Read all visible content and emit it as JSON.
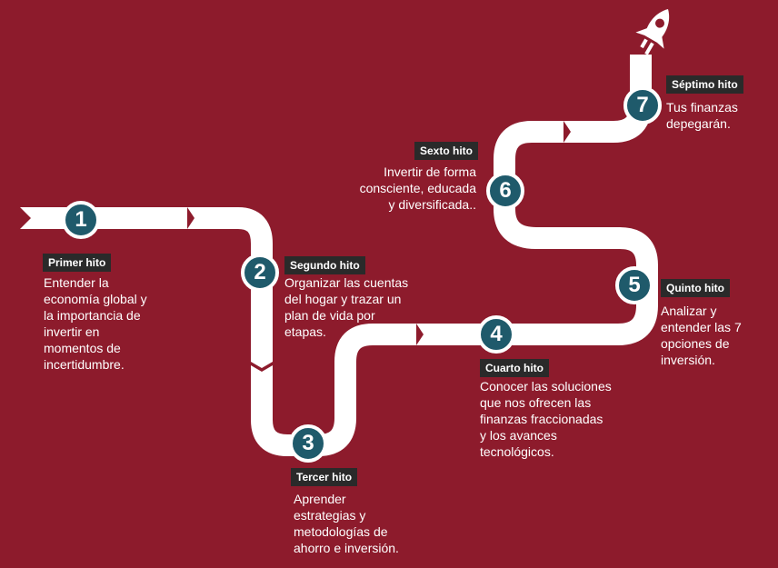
{
  "milestones": [
    {
      "number": "1",
      "label": "Primer hito",
      "text": "Entender la\neconomía global y\nla importancia de\ninvertir en\nmomentos de\nincertidumbre."
    },
    {
      "number": "2",
      "label": "Segundo hito",
      "text": "Organizar las cuentas\ndel hogar y trazar un\nplan de vida por\netapas."
    },
    {
      "number": "3",
      "label": "Tercer hito",
      "text": "Aprender\nestrategias y\nmetodologías de\nahorro e inversión."
    },
    {
      "number": "4",
      "label": "Cuarto hito",
      "text": "Conocer las soluciones\nque nos ofrecen las\nfinanzas fraccionadas\ny los avances\ntecnológicos."
    },
    {
      "number": "5",
      "label": "Quinto hito",
      "text": "Analizar y\nentender las 7\nopciones de\ninversión."
    },
    {
      "number": "6",
      "label": "Sexto hito",
      "text": "Invertir de forma\nconsciente, educada\ny diversificada.."
    },
    {
      "number": "7",
      "label": "Séptimo hito",
      "text": "Tus finanzas\ndepegarán."
    }
  ],
  "icons": {
    "rocket": "rocket-icon"
  },
  "colors": {
    "background": "#8d1b2c",
    "road": "#ffffff",
    "node": "#1f5a6b",
    "label_bg": "#2a2a2a"
  }
}
